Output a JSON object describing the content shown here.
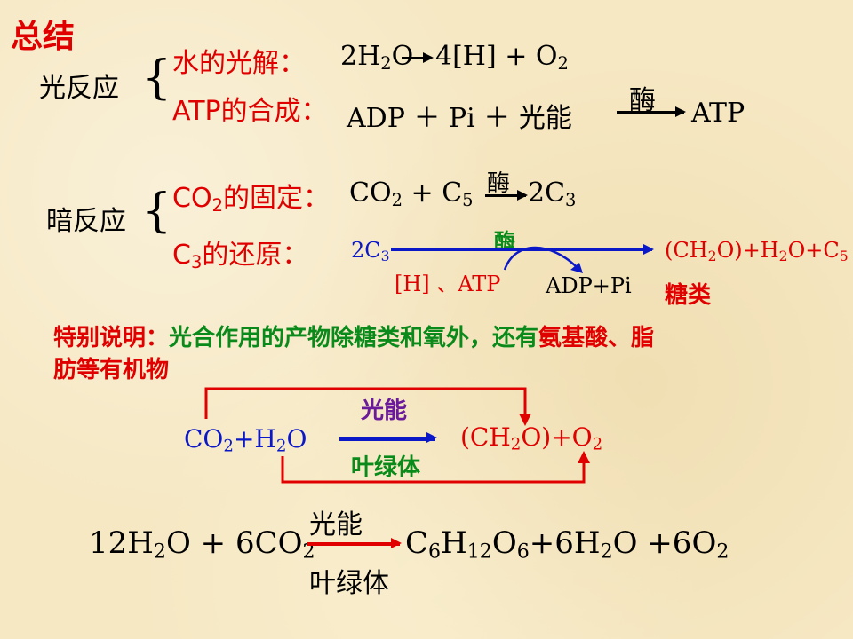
{
  "title": "总结",
  "light": {
    "label": "光反应",
    "water_label": "水的光解：",
    "water_eq_pre": "2H",
    "water_eq_sub1": "2",
    "water_eq_mid": "O",
    "water_eq_post": "4[H] + O",
    "water_eq_sub2": "2",
    "atp_label": "ATP的合成：",
    "atp_eq": "ADP ＋ Pi ＋ 光能",
    "enzyme": "酶",
    "atp_product": "ATP"
  },
  "dark": {
    "label": "暗反应",
    "co2_label_a": "CO",
    "co2_label_sub": "2",
    "co2_label_b": "的固定：",
    "co2_eq_a": "CO",
    "co2_eq_sub1": "2",
    "co2_eq_b": " + C",
    "co2_eq_sub2": "5",
    "enzyme": "酶",
    "co2_product_a": "2C",
    "co2_product_sub": "3",
    "c3_label_a": "C",
    "c3_label_sub": "3",
    "c3_label_b": "的还原：",
    "c3_start_a": "2C",
    "c3_start_sub": "3",
    "c3_enzyme": "酶",
    "c3_product_a": "(CH",
    "c3_product_sub1": "2",
    "c3_product_b": "O)+H",
    "c3_product_sub2": "2",
    "c3_product_c": "O+C",
    "c3_product_sub3": "5",
    "reagents": "[H] 、ATP",
    "byproduct": "ADP+Pi",
    "sugar": "糖类"
  },
  "note": {
    "prefix": "特别说明：",
    "middle": "光合作用的产物除糖类和氧外，还有",
    "highlight": "氨基酸、脂",
    "line2": "肪等有机物"
  },
  "cycle": {
    "left_a": "CO",
    "left_sub1": "2",
    "left_b": "+H",
    "left_sub2": "2",
    "left_c": "O",
    "top": "光能",
    "bottom": "叶绿体",
    "right_a": "(CH",
    "right_sub1": "2",
    "right_b": "O)+O",
    "right_sub2": "2"
  },
  "overall": {
    "left_a": "12H",
    "left_sub1": "2",
    "left_b": "O + 6CO",
    "left_sub2": "2",
    "top": "光能",
    "bottom": "叶绿体",
    "right_a": "C",
    "right_sub1": "6",
    "right_b": "H",
    "right_sub2": "12",
    "right_c": "O",
    "right_sub3": "6",
    "right_d": "+6H",
    "right_sub4": "2",
    "right_e": "O  +6O",
    "right_sub5": "2"
  },
  "colors": {
    "red": "#e00000",
    "blue": "#0b18c8",
    "green": "#0a8a1a",
    "purple": "#6a1a9a"
  }
}
